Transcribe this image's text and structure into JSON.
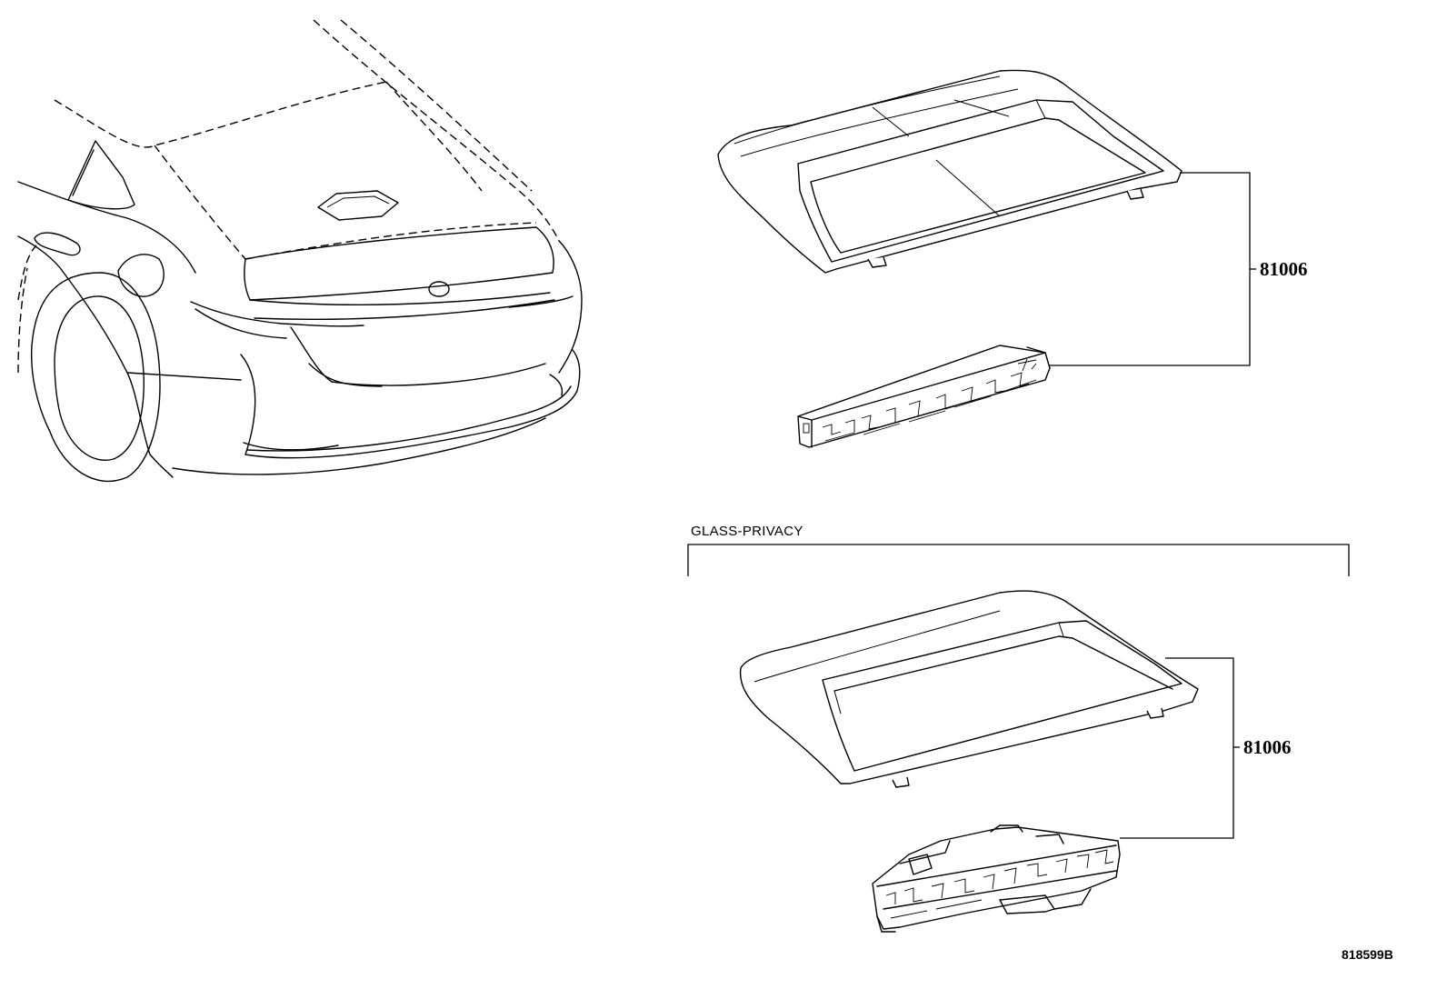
{
  "callouts": {
    "upper_part_number": "81006",
    "lower_part_number": "81006"
  },
  "section": {
    "condition_label": "GLASS-PRIVACY"
  },
  "footer": {
    "illustration_id": "818599B"
  }
}
